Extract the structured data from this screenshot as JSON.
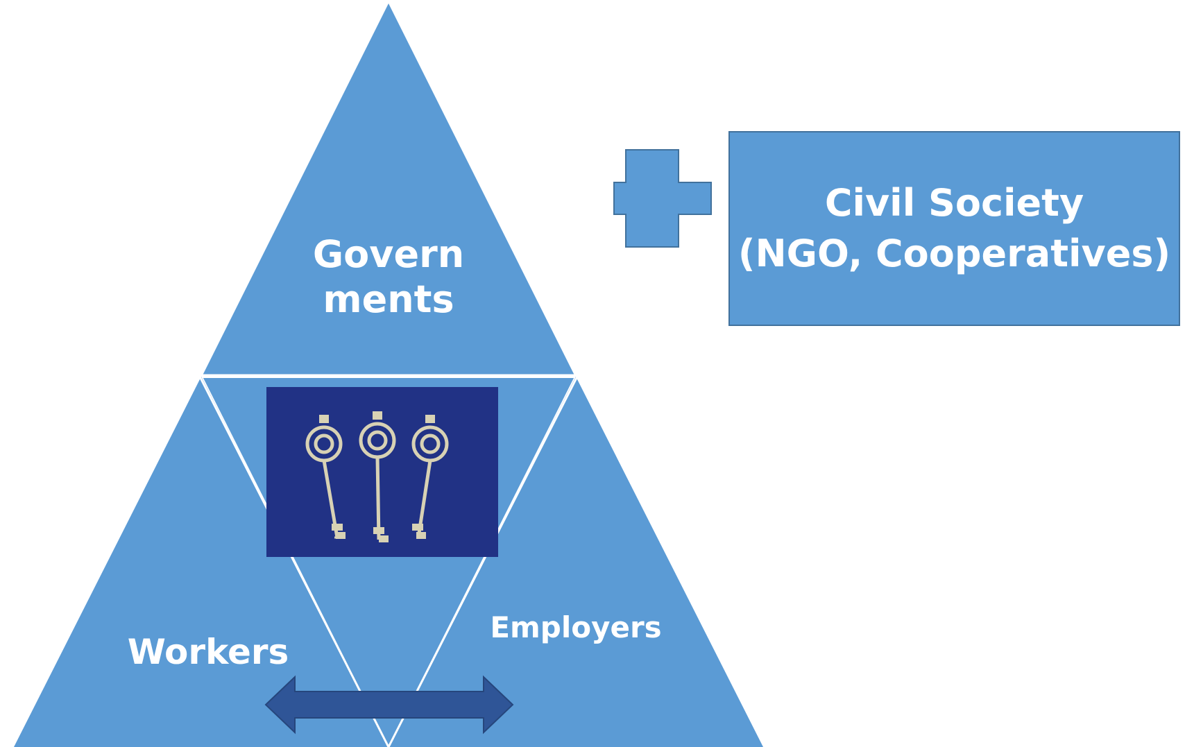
{
  "diagram": {
    "governments_label_line1": "Govern",
    "governments_label_line2": "ments",
    "workers_label": "Workers",
    "employers_label": "Employers",
    "civil_society_line1": "Civil Society",
    "civil_society_line2": "(NGO, Cooperatives)"
  },
  "colors": {
    "triangle_fill": "#5b9bd5",
    "box_border": "#41719c",
    "arrow_fill": "#2f5597",
    "text": "#ffffff",
    "photo_background": "#1e2f7a",
    "keys": "#d8d2b4"
  }
}
